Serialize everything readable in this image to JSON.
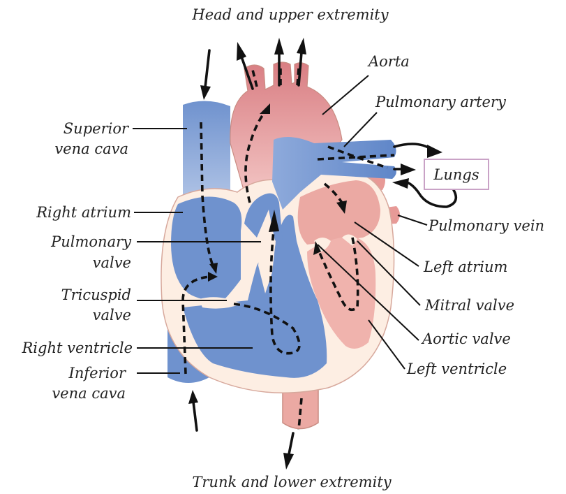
{
  "colors": {
    "deoxygenated": "#6f92ce",
    "deoxygenated_light": "#a9bfe4",
    "oxygenated": "#e78f8f",
    "oxygenated_light": "#f4b8b2",
    "heart_wall": "#fdeee3",
    "outline": "#c98c82",
    "text": "#222222",
    "lungs_box_border": "#c9a2c6"
  },
  "labels": {
    "head": "Head and upper extremity",
    "trunk": "Trunk and lower extremity",
    "aorta": "Aorta",
    "pulmonary_artery": "Pulmonary artery",
    "lungs": "Lungs",
    "pulmonary_vein": "Pulmonary vein",
    "left_atrium": "Left atrium",
    "mitral_valve": "Mitral valve",
    "aortic_valve": "Aortic valve",
    "left_ventricle": "Left ventricle",
    "superior_vena_cava": [
      "Superior",
      "vena cava"
    ],
    "right_atrium": "Right atrium",
    "pulmonary_valve": [
      "Pulmonary",
      "valve"
    ],
    "tricuspid_valve": [
      "Tricuspid",
      "valve"
    ],
    "right_ventricle": "Right ventricle",
    "inferior_vena_cava": [
      "Inferior",
      "vena cava"
    ]
  }
}
